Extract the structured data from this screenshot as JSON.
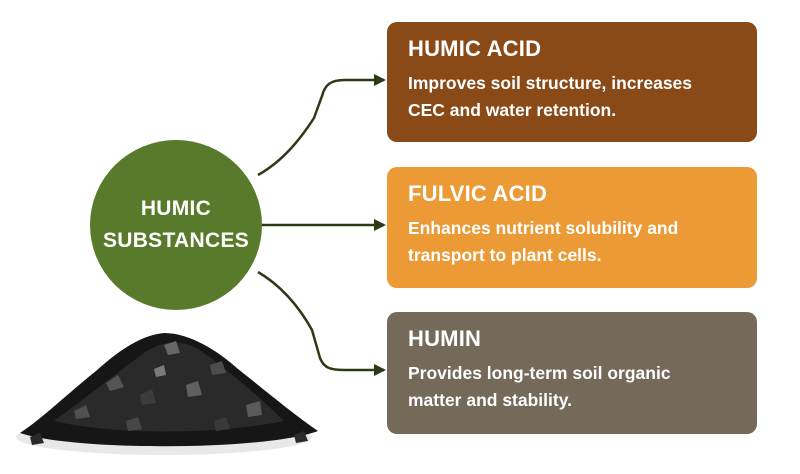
{
  "hub": {
    "line1": "HUMIC",
    "line2": "SUBSTANCES",
    "color": "#5a7a2b"
  },
  "cards": [
    {
      "title": "HUMIC ACID",
      "body_line1": "Improves soil structure, increases",
      "body_line2": "CEC and water retention.",
      "color": "#8a4a18"
    },
    {
      "title": "FULVIC ACID",
      "body_line1": "Enhances nutrient solubility and",
      "body_line2": "transport to plant cells.",
      "color": "#eb9a36"
    },
    {
      "title": "HUMIN",
      "body_line1": "Provides long-term soil organic",
      "body_line2": "matter and stability.",
      "color": "#756a5a"
    }
  ],
  "connector_color": "#2c3a17",
  "pile": {
    "icon": "humate-granules-pile",
    "color": "#1e1e1e"
  }
}
